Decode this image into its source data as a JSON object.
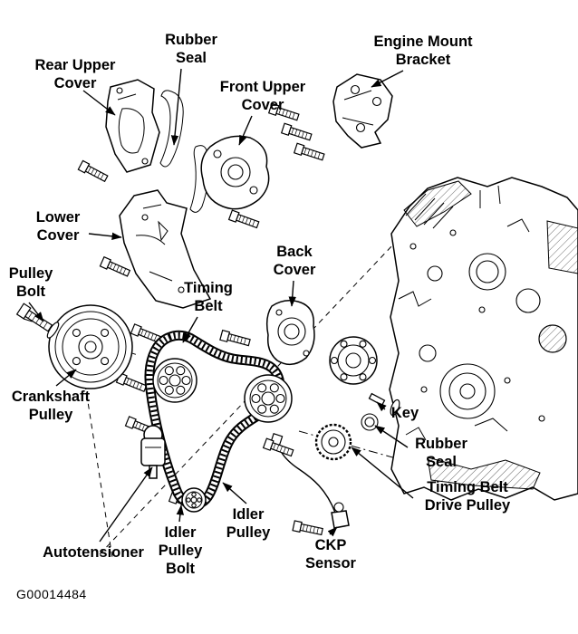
{
  "figure": {
    "id_text": "G00014484",
    "background": "#ffffff",
    "line_color": "#000000"
  },
  "labels": {
    "rubber_seal_top": "Rubber\nSeal",
    "rear_upper_cover": "Rear Upper\nCover",
    "front_upper_cover": "Front Upper\nCover",
    "engine_mount_bracket": "Engine Mount\nBracket",
    "lower_cover": "Lower\nCover",
    "pulley_bolt": "Pulley\nBolt",
    "timing_belt": "Timing\nBelt",
    "back_cover": "Back\nCover",
    "crankshaft_pulley": "Crankshaft\nPulley",
    "key": "Key",
    "rubber_seal_right": "Rubber\nSeal",
    "timing_belt_drive_pulley": "Timing Belt\nDrive Pulley",
    "autotensioner": "Autotensioner",
    "idler_pulley_bolt": "Idler\nPulley\nBolt",
    "idler_pulley": "Idler\nPulley",
    "ckp_sensor": "CKP\nSensor"
  }
}
